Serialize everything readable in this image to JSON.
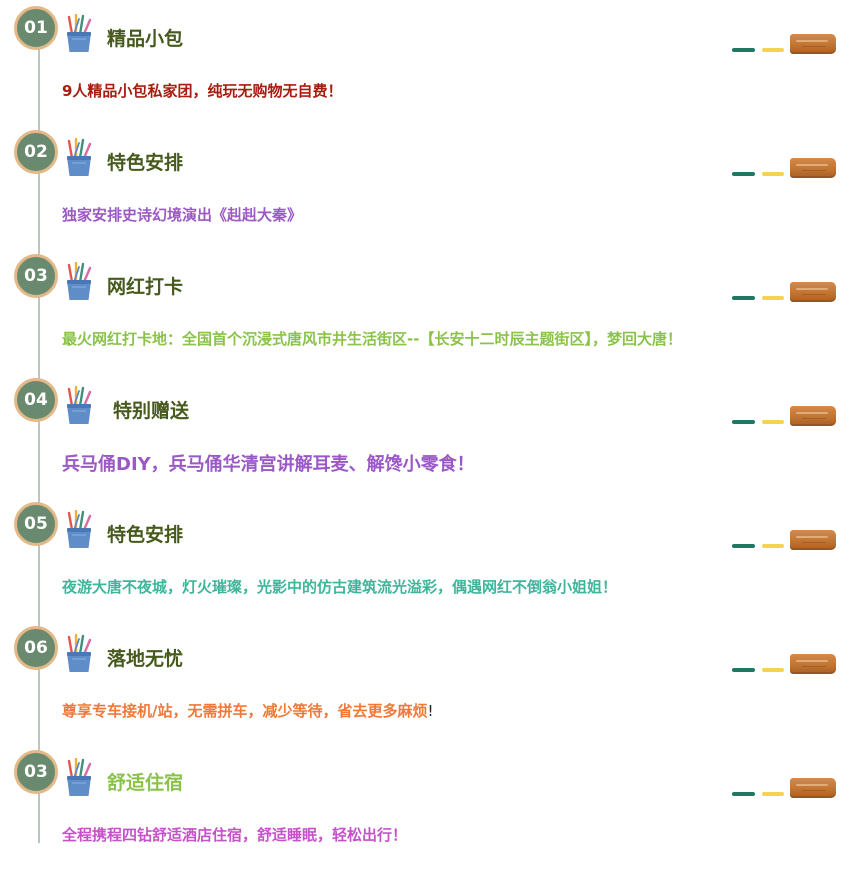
{
  "items": [
    {
      "number": "01",
      "title": "精品小包",
      "desc": "9人精品小包私家团，纯玩无购物无自费！",
      "desc_tail": "",
      "desc_color": "#a81d10",
      "title_color": "#475a1e"
    },
    {
      "number": "02",
      "title": "特色安排",
      "desc": "独家安排史诗幻境演出《赳赳大秦》",
      "desc_tail": "",
      "desc_color": "#9b59c6",
      "title_color": "#475a1e"
    },
    {
      "number": "03",
      "title": "网红打卡",
      "desc": "最火网红打卡地：全国首个沉浸式唐风市井生活街区--【长安十二时辰主题街区】，梦回大唐！",
      "desc_tail": "",
      "desc_color": "#8bc34a",
      "title_color": "#475a1e"
    },
    {
      "number": "04",
      "title": "特别赠送",
      "desc": "兵马俑DIY，兵马俑华清宫讲解耳麦、解馋小零食！",
      "desc_tail": "",
      "desc_color": "#9b59c6",
      "title_color": "#475a1e"
    },
    {
      "number": "05",
      "title": "特色安排",
      "desc": "夜游大唐不夜城，灯火璀璨，光影中的仿古建筑流光溢彩，偶遇网红不倒翁小姐姐！",
      "desc_tail": "",
      "desc_color": "#3fb59b",
      "title_color": "#475a1e"
    },
    {
      "number": "06",
      "title": "落地无忧",
      "desc": "尊享专车接机/站，无需拼车，减少等待，省去更多麻烦",
      "desc_tail": "!",
      "desc_color": "#f0793a",
      "title_color": "#475a1e"
    },
    {
      "number": "03",
      "title": "舒适住宿",
      "desc": "全程携程四钻舒适酒店住宿，舒适睡眠，轻松出行！",
      "desc_tail": "",
      "desc_color": "#c552c8",
      "title_color": "#8bc34a"
    }
  ],
  "icons": {
    "badge": "number-circle",
    "cup": "pencil-cup-icon",
    "decoration": "wood-plank-divider"
  },
  "colors": {
    "badge_fill": "#6a8a6f",
    "badge_ring": "#e2b987",
    "timeline": "#b9c7bd"
  }
}
